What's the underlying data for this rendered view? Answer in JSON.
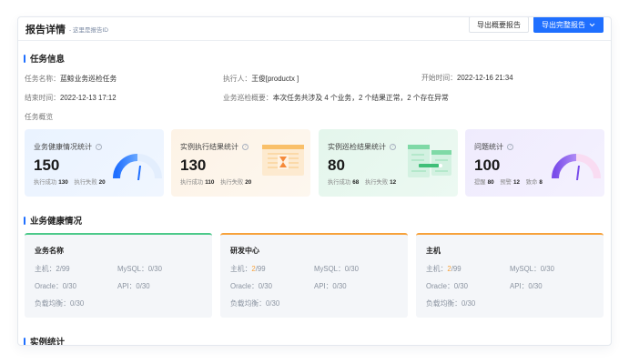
{
  "header": {
    "title": "报告详情",
    "subtitle": "- 这里是报告ID",
    "export_summary_label": "导出概要报告",
    "export_full_label": "导出完整报告",
    "export_full_chevron": "⌄"
  },
  "task_info": {
    "section_title": "任务信息",
    "task_name_label": "任务名称：",
    "task_name": "蓝鲸业务巡检任务",
    "executor_label": "执行人：",
    "executor": "王俊[productx ]",
    "start_time_label": "开始时间：",
    "start_time": "2022-12-16 21:34",
    "end_time_label": "结束时间：",
    "end_time": "2022-12-13 17:12",
    "summary_label": "业务巡检概要：",
    "summary": "本次任务共涉及 4 个业务，2 个结果正常，2 个存在异常",
    "overview_label": "任务概览"
  },
  "stats": [
    {
      "title": "业务健康情况统计",
      "value": "150",
      "sub": [
        {
          "label": "执行成功",
          "value": "130"
        },
        {
          "label": "执行失败",
          "value": "20"
        }
      ],
      "icon": "gauge-icon",
      "bg": "#eaf3ff"
    },
    {
      "title": "实例执行结果统计",
      "value": "130",
      "sub": [
        {
          "label": "执行成功",
          "value": "110"
        },
        {
          "label": "执行失败",
          "value": "20"
        }
      ],
      "icon": "hourglass-window-icon",
      "bg": "#fdf4e8"
    },
    {
      "title": "实例巡检结果统计",
      "value": "80",
      "sub": [
        {
          "label": "执行成功",
          "value": "68"
        },
        {
          "label": "执行失败",
          "value": "12"
        }
      ],
      "icon": "documents-icon",
      "bg": "#e7f7ef"
    },
    {
      "title": "问题统计",
      "value": "100",
      "sub": [
        {
          "label": "提醒",
          "value": "80"
        },
        {
          "label": "预警",
          "value": "12"
        },
        {
          "label": "致命",
          "value": "8"
        }
      ],
      "icon": "gauge-icon",
      "bg": "#f1eefd"
    }
  ],
  "business_health": {
    "section_title": "业务健康情况",
    "cards": [
      {
        "name": "业务名称",
        "accent": "#4cc98a",
        "host_label": "主机：",
        "host_hl": "",
        "host_value": "2/99",
        "mysql": "MySQL：0/30",
        "oracle": "Oracle：0/30",
        "api": "API：0/30",
        "lb": "负载均衡：0/30"
      },
      {
        "name": "研发中心",
        "accent": "#f7a23c",
        "host_label": "主机：",
        "host_hl": "2",
        "host_value": "/99",
        "mysql": "MySQL：0/30",
        "oracle": "Oracle：0/30",
        "api": "API：0/30",
        "lb": "负载均衡：0/30"
      },
      {
        "name": "主机",
        "accent": "#f7a23c",
        "host_label": "主机：",
        "host_hl": "2",
        "host_value": "/99",
        "mysql": "MySQL：0/30",
        "oracle": "Oracle：0/30",
        "api": "API：0/30",
        "lb": "负载均衡：0/30"
      }
    ]
  },
  "instance_stats": {
    "section_title": "实例统计"
  },
  "colors": {
    "primary": "#1f6fff",
    "success": "#4cc98a",
    "warning": "#f7a23c"
  }
}
